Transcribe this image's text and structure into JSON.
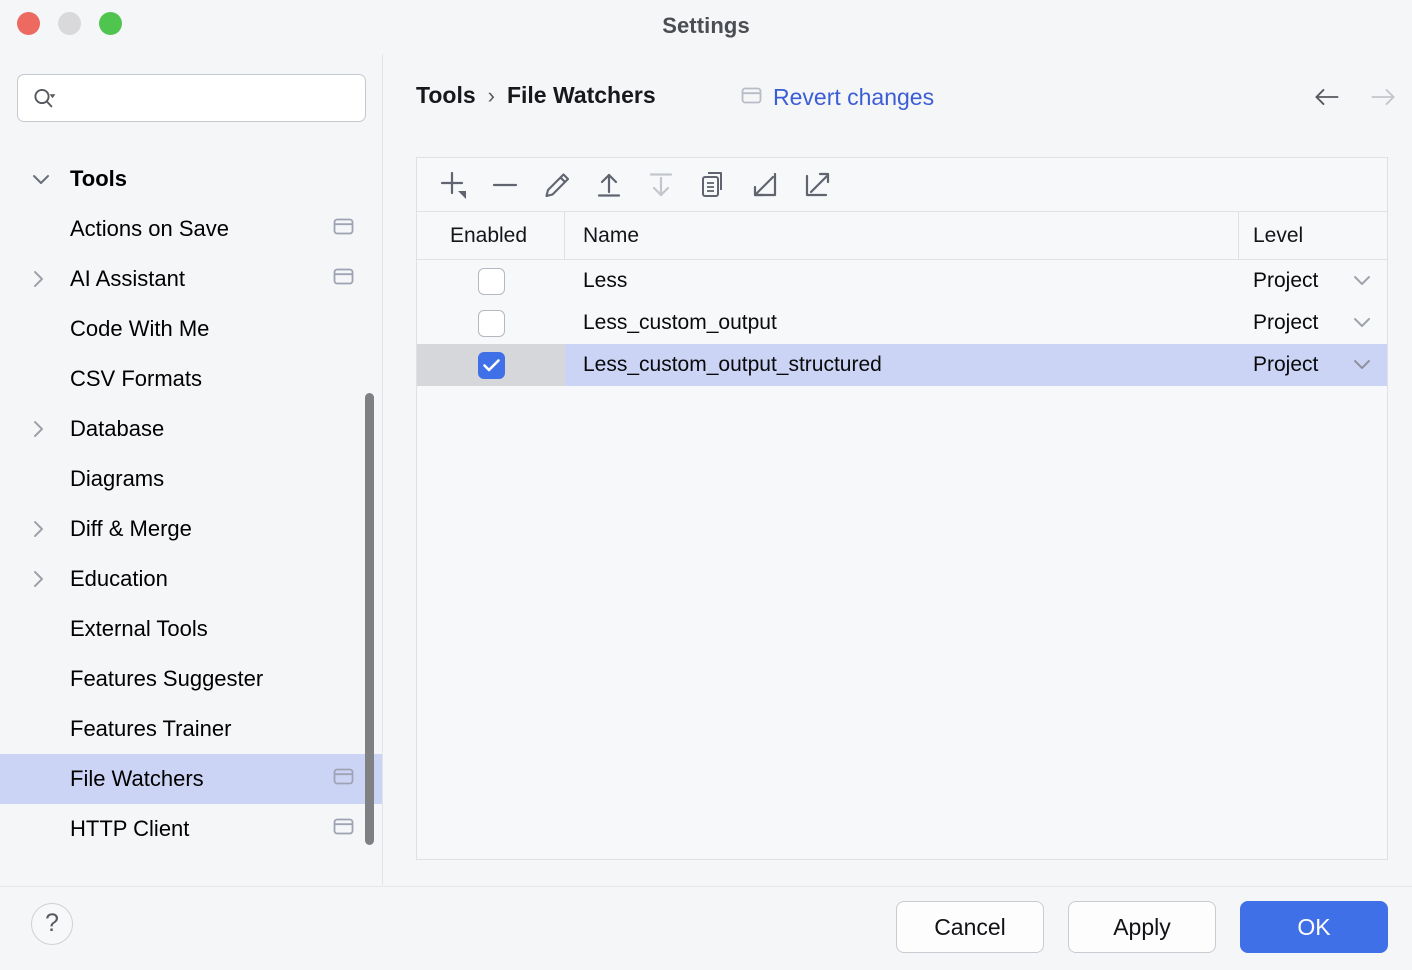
{
  "window": {
    "title": "Settings",
    "traffic_lights": [
      "close",
      "minimize",
      "maximize"
    ],
    "colors": {
      "close": "#ec6a5f",
      "minimize": "#d9d9db",
      "maximize": "#4fc44f",
      "accent": "#4070e8",
      "link": "#3b5ed7",
      "selection": "#ccd4f5",
      "focused_cell": "#d6d7da"
    }
  },
  "search": {
    "value": "",
    "placeholder": ""
  },
  "sidebar": {
    "group": {
      "label": "Tools",
      "expanded": true
    },
    "items": [
      {
        "label": "Actions on Save",
        "expandable": false,
        "badge": true,
        "selected": false
      },
      {
        "label": "AI Assistant",
        "expandable": true,
        "badge": true,
        "selected": false
      },
      {
        "label": "Code With Me",
        "expandable": false,
        "badge": false,
        "selected": false
      },
      {
        "label": "CSV Formats",
        "expandable": false,
        "badge": false,
        "selected": false
      },
      {
        "label": "Database",
        "expandable": true,
        "badge": false,
        "selected": false
      },
      {
        "label": "Diagrams",
        "expandable": false,
        "badge": false,
        "selected": false
      },
      {
        "label": "Diff & Merge",
        "expandable": true,
        "badge": false,
        "selected": false
      },
      {
        "label": "Education",
        "expandable": true,
        "badge": false,
        "selected": false
      },
      {
        "label": "External Tools",
        "expandable": false,
        "badge": false,
        "selected": false
      },
      {
        "label": "Features Suggester",
        "expandable": false,
        "badge": false,
        "selected": false
      },
      {
        "label": "Features Trainer",
        "expandable": false,
        "badge": false,
        "selected": false
      },
      {
        "label": "File Watchers",
        "expandable": false,
        "badge": true,
        "selected": true
      },
      {
        "label": "HTTP Client",
        "expandable": false,
        "badge": true,
        "selected": false
      }
    ],
    "scrollbar": {
      "visible": true
    }
  },
  "content": {
    "breadcrumb": {
      "root": "Tools",
      "separator": "›",
      "current": "File Watchers"
    },
    "revert": {
      "label": "Revert changes",
      "icon": "project-scope-icon"
    },
    "nav": {
      "back_enabled": true,
      "forward_enabled": false
    },
    "toolbar": [
      {
        "name": "add-button",
        "icon": "plus-dropdown-icon",
        "enabled": true
      },
      {
        "name": "remove-button",
        "icon": "minus-icon",
        "enabled": true
      },
      {
        "name": "edit-button",
        "icon": "pencil-icon",
        "enabled": true
      },
      {
        "name": "move-up-button",
        "icon": "arrow-up-icon",
        "enabled": true
      },
      {
        "name": "move-down-button",
        "icon": "arrow-down-icon",
        "enabled": false
      },
      {
        "name": "copy-button",
        "icon": "copy-icon",
        "enabled": true
      },
      {
        "name": "import-button",
        "icon": "arrow-down-left-icon",
        "enabled": true
      },
      {
        "name": "export-button",
        "icon": "arrow-up-right-icon",
        "enabled": true
      }
    ],
    "table": {
      "columns": [
        "Enabled",
        "Name",
        "Level"
      ],
      "rows": [
        {
          "enabled": false,
          "name": "Less",
          "level": "Project",
          "selected": false
        },
        {
          "enabled": false,
          "name": "Less_custom_output",
          "level": "Project",
          "selected": false
        },
        {
          "enabled": true,
          "name": "Less_custom_output_structured",
          "level": "Project",
          "selected": true
        }
      ]
    }
  },
  "footer": {
    "help_label": "?",
    "buttons": [
      {
        "label": "Cancel",
        "primary": false
      },
      {
        "label": "Apply",
        "primary": false
      },
      {
        "label": "OK",
        "primary": true
      }
    ]
  }
}
